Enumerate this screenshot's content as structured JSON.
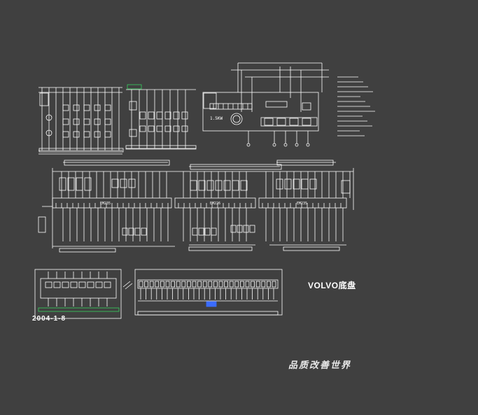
{
  "drawing": {
    "title": "VOLVO底盘",
    "date": "2004-1-8",
    "watermark": "品质改善世界"
  },
  "colors": {
    "background": "#404040",
    "line": "#ffffff",
    "accent_green": "#38d060",
    "accent_blue": "#3a6cff"
  },
  "modules": [
    {
      "name": "EM235"
    },
    {
      "name": "EM226"
    },
    {
      "name": "EM235"
    }
  ],
  "motor": {
    "label": "1.5KW"
  }
}
